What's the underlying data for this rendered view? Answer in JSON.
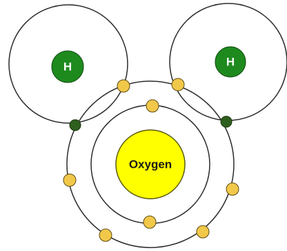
{
  "diagram": {
    "colors": {
      "orbit": "#2b2b2b",
      "electron": "#f2c84a",
      "electron_stroke": "#5a4a10",
      "shared_electron": "#2f5f1e",
      "shared_electron_stroke": "#1a3510",
      "hydrogen_nucleus": "#1e8a1e",
      "hydrogen_nucleus_stroke": "#0f4a0f",
      "oxygen_nucleus": "#ffff00",
      "oxygen_nucleus_stroke": "#5a5a10",
      "hydrogen_label": "#ffffff",
      "oxygen_label": "#1a1a1a"
    },
    "oxygen": {
      "label": "Oxygen",
      "inner_shell_electrons": 2,
      "outer_shell_electrons": 6
    },
    "hydrogen_left": {
      "label": "H"
    },
    "hydrogen_right": {
      "label": "H"
    },
    "shared_electron_pairs": 2
  }
}
